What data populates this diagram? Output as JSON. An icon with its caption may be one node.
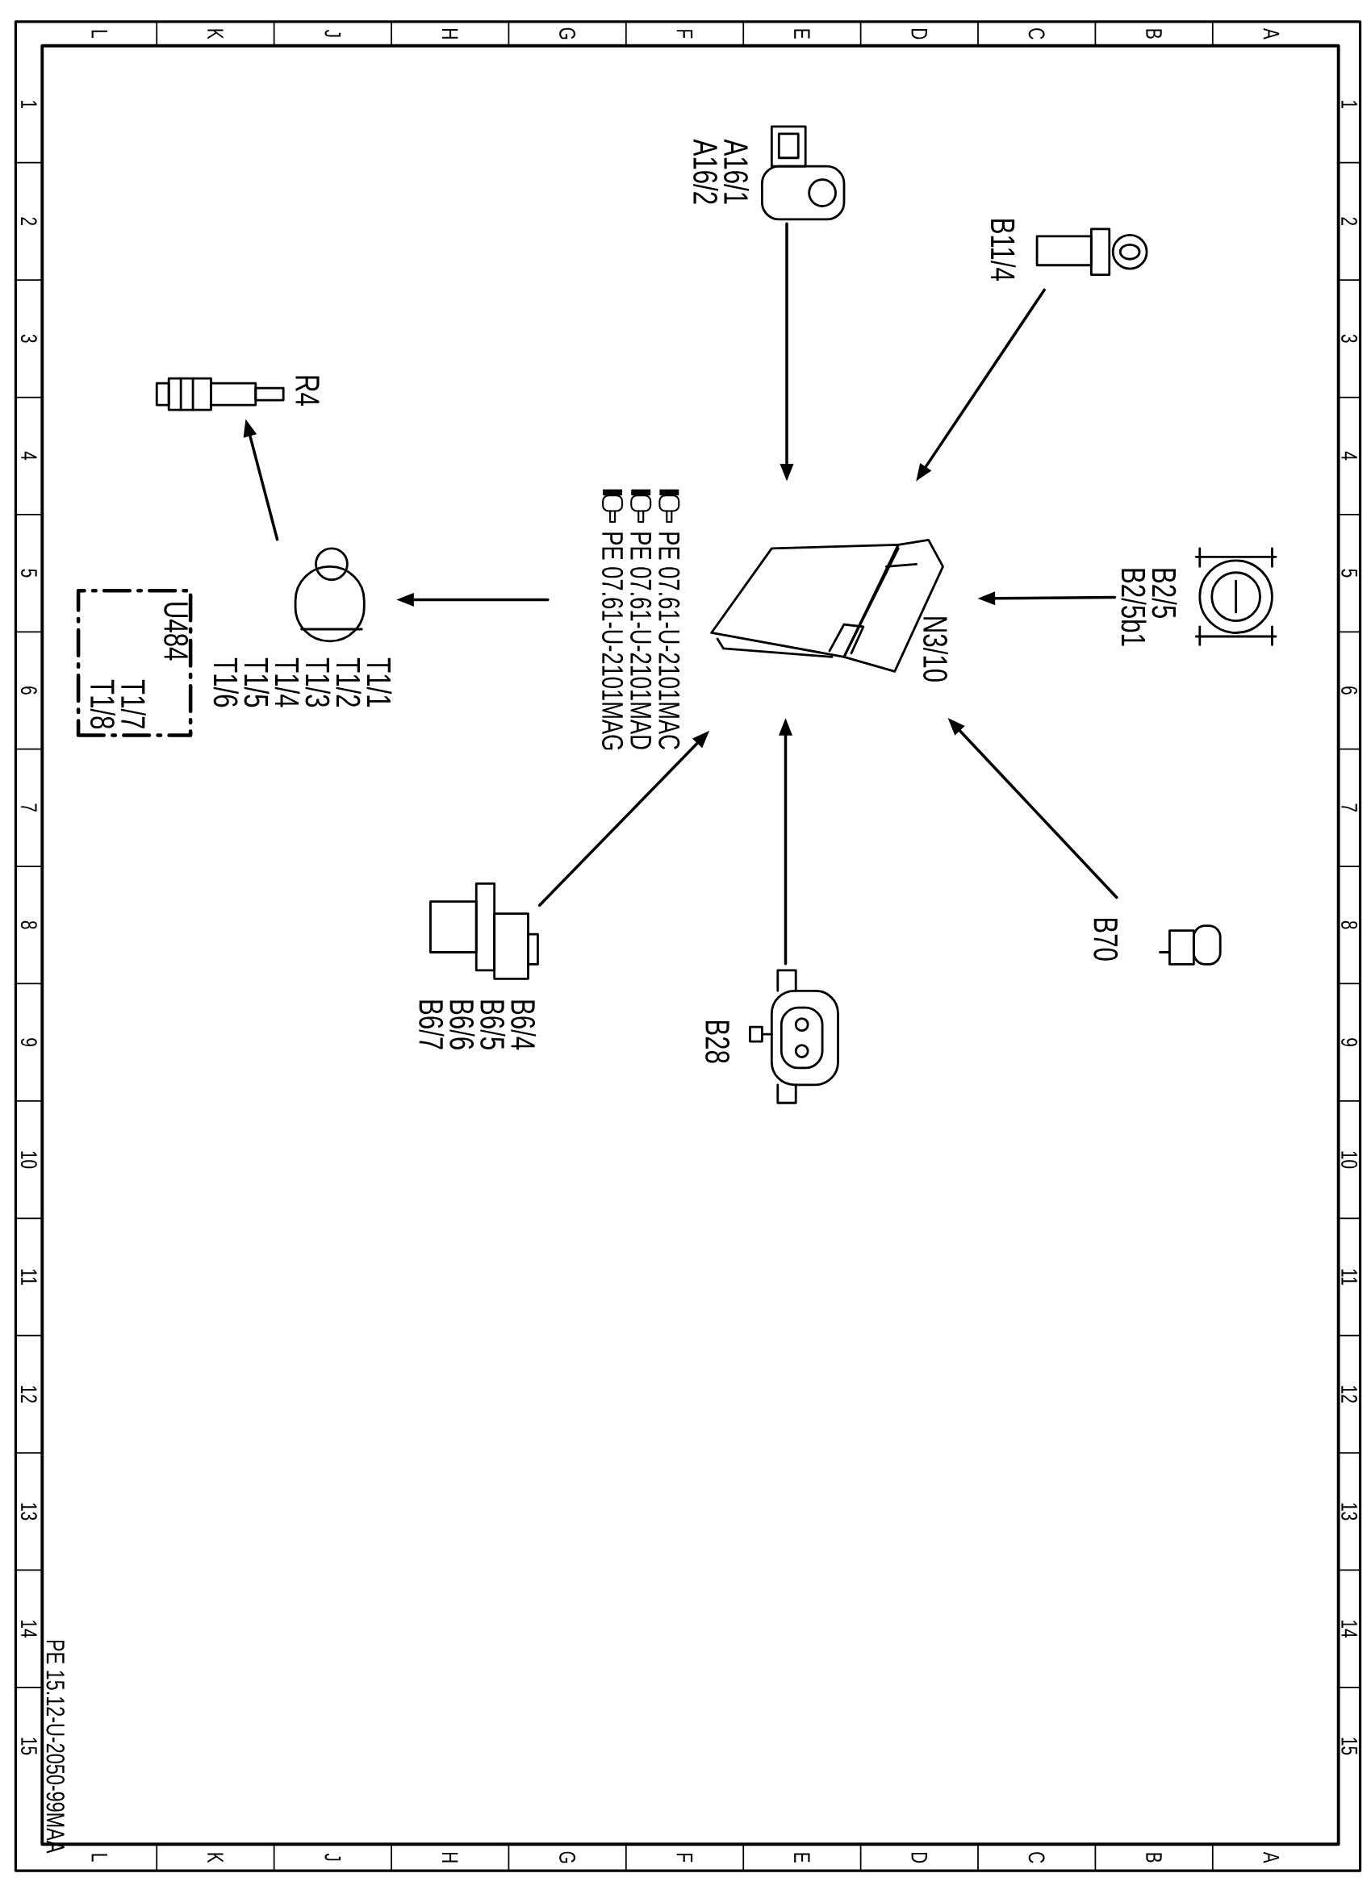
{
  "diagram": {
    "nodes": [
      {
        "text": [
          "N3/10"
        ],
        "beside": [
          "PE 07.61-U-2101MAC",
          "PE 07.61-U-2101MAD",
          "PE 07.61-U-2101MAG"
        ]
      },
      {
        "text": [
          "A16/1 A16/2"
        ]
      },
      {
        "text": [
          "B11/4"
        ]
      },
      {
        "text": [
          "B2/5 B2/5b1"
        ]
      },
      {
        "text": [
          "B70"
        ]
      },
      {
        "text": [
          "B28"
        ]
      },
      {
        "text": [
          "B6/4 B6/5 B6/6 B6/7"
        ]
      },
      {
        "text": [
          "T1/1 T1/2 T1/3 T1/4 T1/5 T1/6"
        ]
      },
      {
        "text": [
          "R4"
        ]
      },
      {
        "text": [
          "U484",
          "T1/7 T1/8"
        ]
      }
    ],
    "edges": [
      {
        "from": 1,
        "to": 0,
        "arrow": "to"
      },
      {
        "from": 2,
        "to": 0,
        "arrow": "to"
      },
      {
        "from": 3,
        "to": 0,
        "arrow": "to"
      },
      {
        "from": 4,
        "to": 0,
        "arrow": "to"
      },
      {
        "from": 5,
        "to": 0,
        "arrow": "to"
      },
      {
        "from": 6,
        "to": 0,
        "arrow": "to"
      },
      {
        "from": 0,
        "to": 7,
        "arrow": "to"
      },
      {
        "from": 7,
        "to": 8,
        "arrow": "to"
      }
    ],
    "labels": [
      "L",
      "K",
      "J",
      "H",
      "G",
      "F",
      "E",
      "D",
      "C",
      "B",
      "A",
      "1",
      "2",
      "3",
      "4",
      "5",
      "6",
      "7",
      "8",
      "9",
      "10",
      "11",
      "12",
      "13",
      "14",
      "15",
      "1",
      "2",
      "3",
      "4",
      "5",
      "6",
      "7",
      "8",
      "9",
      "10",
      "11",
      "12",
      "13",
      "14",
      "15",
      "L",
      "K",
      "J",
      "H",
      "G",
      "F",
      "E",
      "D",
      "C",
      "B",
      "A",
      "PE 15.12-U-2050-99MAA"
    ]
  }
}
